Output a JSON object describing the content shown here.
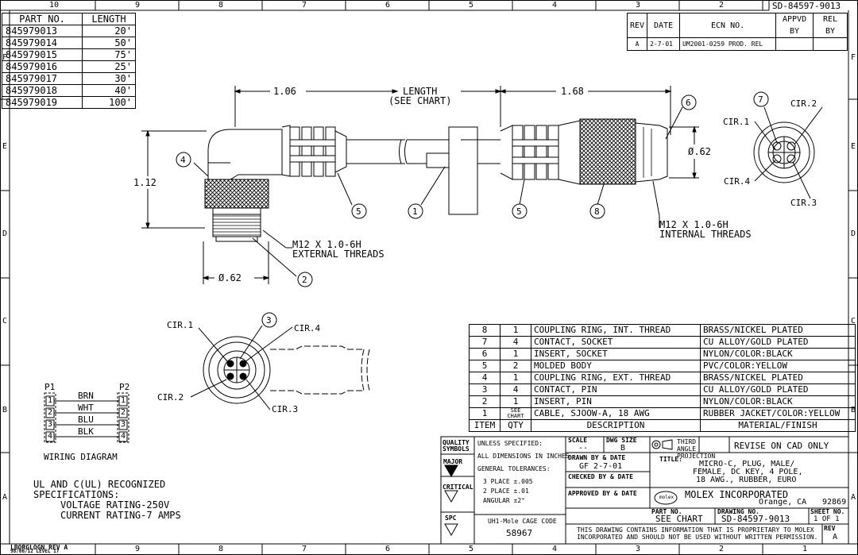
{
  "border": {
    "columns": [
      "10",
      "9",
      "8",
      "7",
      "6",
      "5",
      "4",
      "3",
      "2",
      "1"
    ],
    "rows": [
      "F",
      "E",
      "D",
      "C",
      "B",
      "A"
    ]
  },
  "drawing_number_corner": "SD-84597-9013",
  "part_table": {
    "headers": [
      "PART NO.",
      "LENGTH"
    ],
    "rows": [
      [
        "845979013",
        "20'"
      ],
      [
        "845979014",
        "50'"
      ],
      [
        "845979015",
        "75'"
      ],
      [
        "845979016",
        "25'"
      ],
      [
        "845979017",
        "30'"
      ],
      [
        "845979018",
        "40'"
      ],
      [
        "845979019",
        "100'"
      ]
    ]
  },
  "revision_block": {
    "headers": [
      "REV",
      "DATE",
      "ECN NO.",
      "APPVD BY",
      "REL BY"
    ],
    "row": [
      "A",
      "2-7-01",
      "UM2001-0259 PROD. REL",
      "",
      ""
    ]
  },
  "dimensions": {
    "left_len": "1.06",
    "length": "LENGTH",
    "see_chart": "(SEE CHART)",
    "right_len": "1.68",
    "height": "1.12",
    "dia_left": "Ø.62",
    "dia_right": "Ø.62"
  },
  "callouts": {
    "external": "M12 X 1.0-6H",
    "external2": "EXTERNAL THREADS",
    "internal": "M12 X 1.0-6H",
    "internal2": "INTERNAL THREADS"
  },
  "balloons": [
    "1",
    "2",
    "3",
    "4",
    "5",
    "5",
    "6",
    "7",
    "8"
  ],
  "circuits": {
    "right": [
      "CIR.1",
      "CIR.2",
      "CIR.3",
      "CIR.4"
    ],
    "left": [
      "CIR.1",
      "CIR.4",
      "CIR.2",
      "CIR.3"
    ]
  },
  "wiring": {
    "p1": "P1",
    "p2": "P2",
    "pins": [
      "1",
      "2",
      "3",
      "4"
    ],
    "colors": [
      "BRN",
      "WHT",
      "BLU",
      "BLK"
    ],
    "title": "WIRING DIAGRAM"
  },
  "notes": [
    "UL AND C(UL) RECOGNIZED",
    "SPECIFICATIONS:",
    "VOLTAGE RATING-250V",
    "CURRENT RATING-7 AMPS"
  ],
  "bom": {
    "rows": [
      [
        "8",
        "1",
        "COUPLING RING, INT. THREAD",
        "BRASS/NICKEL PLATED"
      ],
      [
        "7",
        "4",
        "CONTACT, SOCKET",
        "CU ALLOY/GOLD PLATED"
      ],
      [
        "6",
        "1",
        "INSERT, SOCKET",
        "NYLON/COLOR:BLACK"
      ],
      [
        "5",
        "2",
        "MOLDED BODY",
        "PVC/COLOR:YELLOW"
      ],
      [
        "4",
        "1",
        "COUPLING RING, EXT. THREAD",
        "BRASS/NICKEL PLATED"
      ],
      [
        "3",
        "4",
        "CONTACT, PIN",
        "CU ALLOY/GOLD PLATED"
      ],
      [
        "2",
        "1",
        "INSERT, PIN",
        "NYLON/COLOR:BLACK"
      ],
      [
        "1",
        "SEE CHART",
        "CABLE, SJOOW-A, 18 AWG",
        "RUBBER JACKET/COLOR:YELLOW"
      ]
    ],
    "headers": [
      "ITEM",
      "QTY",
      "DESCRIPTION",
      "MATERIAL/FINISH"
    ]
  },
  "title_block": {
    "quality": "QUALITY SYMBOLS",
    "major": "MAJOR",
    "critical": "CRITICAL",
    "spc": "SPC",
    "unless": "UNLESS SPECIFIED:",
    "all_dims": "ALL DIMENSIONS IN INCHES",
    "gen_tol": "GENERAL TOLERANCES:",
    "tol1": "3 PLACE ±.005",
    "tol2": "2 PLACE ±.01",
    "tol3": "ANGULAR ±2°",
    "cage_label": "UH1-Mole CAGE CODE",
    "cage": "58967",
    "scale_label": "SCALE",
    "scale": "--",
    "dwg_size_label": "DWG SIZE",
    "dwg_size": "B",
    "projection": "THIRD ANGLE PROJECTION",
    "revise": "REVISE ON CAD ONLY",
    "drawn_label": "DRAWN BY & DATE",
    "drawn": "GF 2-7-01",
    "checked_label": "CHECKED BY & DATE",
    "approved_label": "APPROVED BY & DATE",
    "title_label": "TITLE:",
    "title1": "MICRO-C, PLUG, MALE/",
    "title2": "FEMALE, DC KEY, 4 POLE,",
    "title3": "18 AWG., RUBBER, EURO",
    "company": "MOLEX INCORPORATED",
    "city": "Orange, CA",
    "zip": "92869",
    "logo": "molex",
    "part_no_label": "PART NO.",
    "part_no": "SEE CHART",
    "drawing_no_label": "DRAWING NO.",
    "drawing_no": "SD-84597-9013",
    "sheet_label": "SHEET NO.",
    "sheet": "1 OF 1",
    "rev_label": "REV",
    "rev": "A",
    "proprietary1": "THIS DRAWING CONTAINS INFORMATION THAT IS PROPRIETARY TO MOLEX",
    "proprietary2": "INCORPORATED AND SHOULD NOT BE USED WITHOUT WRITTEN PERMISSION."
  },
  "lower_left": {
    "line1": "LBORGLOGN REV A",
    "line2": "98/06/12 LEVEL 17"
  }
}
